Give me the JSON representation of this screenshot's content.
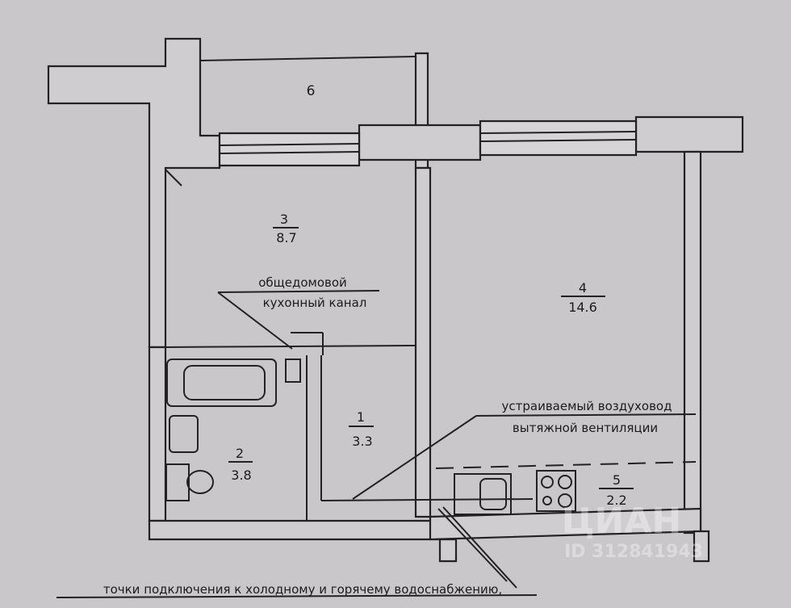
{
  "rooms": [
    {
      "number": "1",
      "area": "3.3"
    },
    {
      "number": "2",
      "area": "3.8"
    },
    {
      "number": "3",
      "area": "8.7"
    },
    {
      "number": "4",
      "area": "14.6"
    },
    {
      "number": "5",
      "area": "2.2"
    },
    {
      "number": "6",
      "area": ""
    }
  ],
  "notes": {
    "duct_line1": "общедомовой",
    "duct_line2": "кухонный канал",
    "vent_line1": "устраиваемый воздуховод",
    "vent_line2": "вытяжной вентиляции",
    "water_note": "точки подключения к холодному и горячему водоснабжению,"
  },
  "watermark": {
    "brand": "ЦИАН",
    "id": "ID 312841943"
  }
}
